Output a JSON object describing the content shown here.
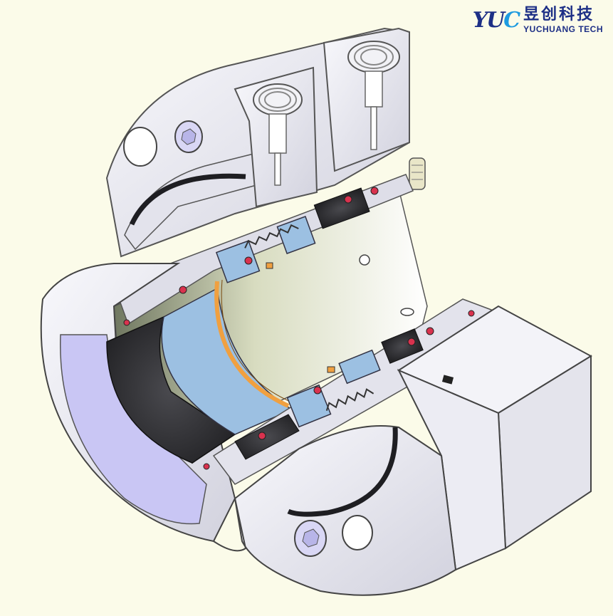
{
  "brand": {
    "mark": "YUC",
    "name_cn": "昱创科技",
    "name_en": "YUCHUANG TECH",
    "color_primary": "#1d2f86",
    "color_accent": "#1d9be0"
  },
  "colors": {
    "background": "#fbfbe9",
    "metal": "#e9e9f1",
    "metal_shadow": "#c9c9d6",
    "face_blue": "#9cc0e2",
    "rubber": "#2f2f33",
    "oring": "#d9324e",
    "spacer_orange": "#f0a040",
    "bore_lavender": "#c9c6f4"
  }
}
